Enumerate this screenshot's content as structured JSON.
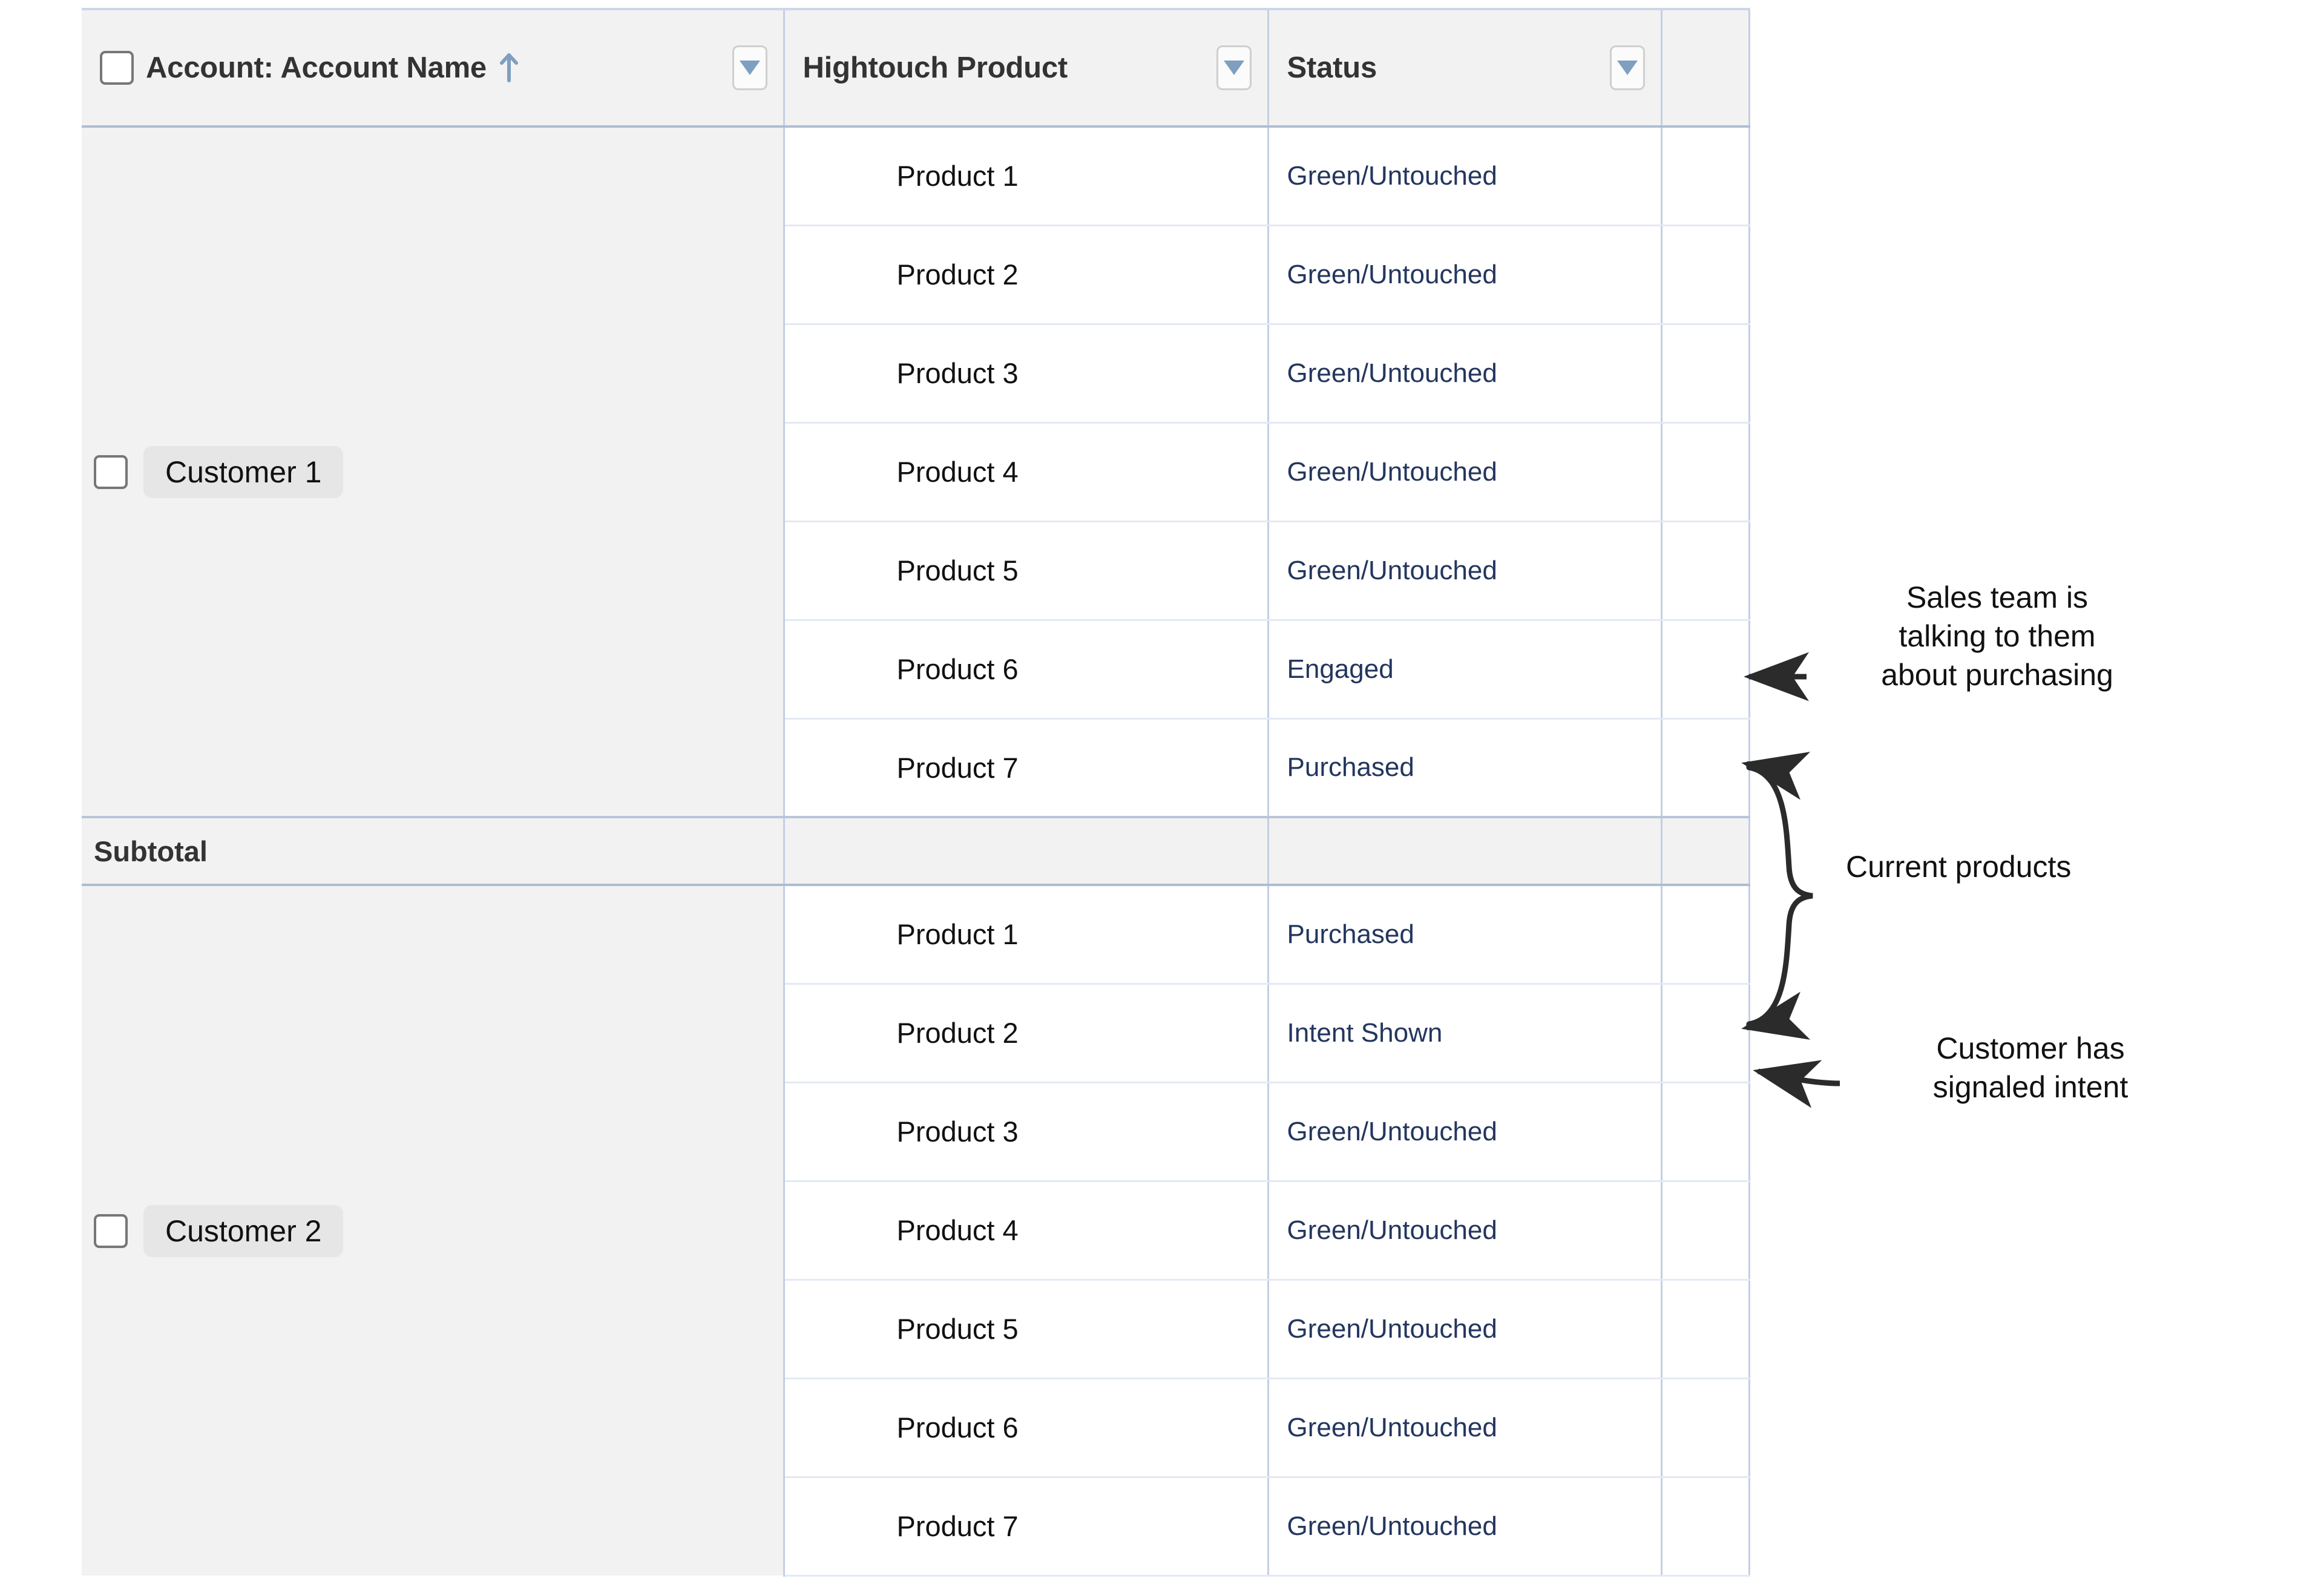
{
  "table": {
    "columns": [
      {
        "id": "account",
        "label": "Account: Account Name",
        "sorted": true,
        "sort_direction": "ascending",
        "has_checkbox": true,
        "has_filter_dropdown": true
      },
      {
        "id": "product",
        "label": "Hightouch Product",
        "sorted": false,
        "sort_direction": "",
        "has_checkbox": false,
        "has_filter_dropdown": true
      },
      {
        "id": "status",
        "label": "Status",
        "sorted": false,
        "sort_direction": "",
        "has_checkbox": false,
        "has_filter_dropdown": true
      }
    ],
    "groups": [
      {
        "account": "Customer 1",
        "checkbox_checked": false,
        "rows": [
          {
            "product": "Product 1",
            "status": "Green/Untouched"
          },
          {
            "product": "Product 2",
            "status": "Green/Untouched"
          },
          {
            "product": "Product 3",
            "status": "Green/Untouched"
          },
          {
            "product": "Product 4",
            "status": "Green/Untouched"
          },
          {
            "product": "Product 5",
            "status": "Green/Untouched"
          },
          {
            "product": "Product 6",
            "status": "Engaged"
          },
          {
            "product": "Product 7",
            "status": "Purchased"
          }
        ],
        "subtotal_label": "Subtotal",
        "subtotal_product": "",
        "subtotal_status": ""
      },
      {
        "account": "Customer 2",
        "checkbox_checked": false,
        "rows": [
          {
            "product": "Product 1",
            "status": "Purchased"
          },
          {
            "product": "Product 2",
            "status": "Intent Shown"
          },
          {
            "product": "Product 3",
            "status": "Green/Untouched"
          },
          {
            "product": "Product 4",
            "status": "Green/Untouched"
          },
          {
            "product": "Product 5",
            "status": "Green/Untouched"
          },
          {
            "product": "Product 6",
            "status": "Green/Untouched"
          },
          {
            "product": "Product 7",
            "status": "Green/Untouched"
          }
        ]
      }
    ]
  },
  "annotations": [
    {
      "id": "sales",
      "text": "Sales team is\ntalking to them\nabout purchasing",
      "target": "Customer 1 / Product 6 / Engaged"
    },
    {
      "id": "current",
      "text": "Current products",
      "target": "Customer 1 / Product 7 / Purchased and Customer 2 / Product 1 / Purchased"
    },
    {
      "id": "intent",
      "text": "Customer has\nsignaled intent",
      "target": "Customer 2 / Product 2 / Intent Shown"
    }
  ],
  "colors": {
    "status_text": "#24365e",
    "header_background": "#f2f2f2",
    "header_text": "#333333",
    "grid_line": "#c3cfe2",
    "row_line": "#e3e9f4",
    "account_column_background": "#f2f2f2",
    "chip_background": "#e6e6e6",
    "sort_arrow": "#7e9fc0",
    "dropdown_triangle": "#7e9fc0",
    "annotation_text": "#111111"
  }
}
